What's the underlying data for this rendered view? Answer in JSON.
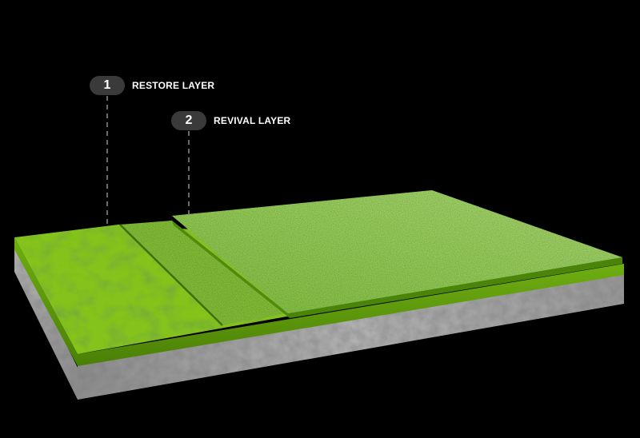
{
  "layers": [
    {
      "number": "1",
      "label": "RESTORE LAYER"
    },
    {
      "number": "2",
      "label": "REVIVAL LAYER"
    }
  ],
  "colors": {
    "background": "#000000",
    "badge": "#3a3a3a",
    "label_text": "#ffffff",
    "leader_line": "#8c8c8c",
    "base_green": "#7fbf1c",
    "restore_green": "#8dcc3a",
    "revival_green": "#9bd85a",
    "concrete": "#a9a9a9"
  }
}
